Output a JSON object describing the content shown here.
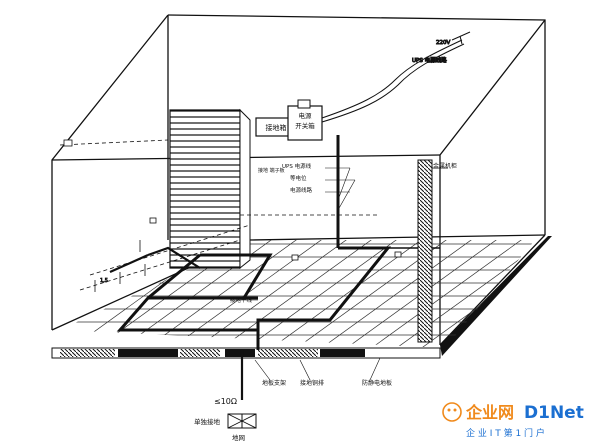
{
  "diagram": {
    "labels": {
      "power_in": "220V",
      "cable_note": "UPS 电源线路",
      "ground_box": "接地箱",
      "terminal": "接地 端子板",
      "pwr_box_top": "电源",
      "pwr_box_bot": "开关箱",
      "wire_a": "UPS 电源线",
      "wire_b": "等电位",
      "wire_c": "电源线路",
      "cabinet": "金属机柜",
      "ring": "接地干线",
      "ohm": "≤10Ω",
      "bottom_a": "地板支架",
      "bottom_b": "接地铜排",
      "bottom_c": "防静电地板",
      "ground_label": "单独接地",
      "ground_sub": "地网",
      "dim": "1.5"
    },
    "watermark": {
      "brand_cn": "企业网",
      "brand_en": "D1Net",
      "tagline": "企 业 I T 第 1 门 户"
    },
    "colors": {
      "line": "#111111",
      "watermark_orange": "#f08a1c",
      "watermark_blue": "#1b6fd1"
    }
  }
}
